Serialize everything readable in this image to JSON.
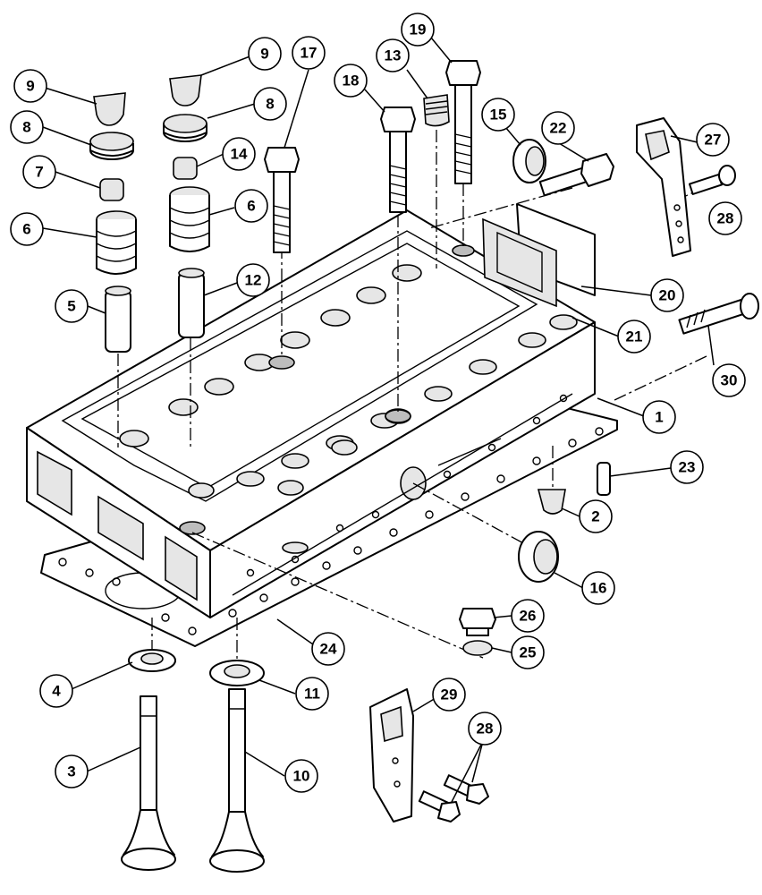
{
  "callouts": [
    {
      "id": "c1",
      "label": "1"
    },
    {
      "id": "c2",
      "label": "2"
    },
    {
      "id": "c3",
      "label": "3"
    },
    {
      "id": "c4",
      "label": "4"
    },
    {
      "id": "c5",
      "label": "5"
    },
    {
      "id": "c6a",
      "label": "6"
    },
    {
      "id": "c6b",
      "label": "6"
    },
    {
      "id": "c7",
      "label": "7"
    },
    {
      "id": "c8a",
      "label": "8"
    },
    {
      "id": "c8b",
      "label": "8"
    },
    {
      "id": "c9a",
      "label": "9"
    },
    {
      "id": "c9b",
      "label": "9"
    },
    {
      "id": "c10",
      "label": "10"
    },
    {
      "id": "c11",
      "label": "11"
    },
    {
      "id": "c12",
      "label": "12"
    },
    {
      "id": "c13",
      "label": "13"
    },
    {
      "id": "c14",
      "label": "14"
    },
    {
      "id": "c15",
      "label": "15"
    },
    {
      "id": "c16",
      "label": "16"
    },
    {
      "id": "c17",
      "label": "17"
    },
    {
      "id": "c18",
      "label": "18"
    },
    {
      "id": "c19",
      "label": "19"
    },
    {
      "id": "c20",
      "label": "20"
    },
    {
      "id": "c21",
      "label": "21"
    },
    {
      "id": "c22",
      "label": "22"
    },
    {
      "id": "c23",
      "label": "23"
    },
    {
      "id": "c24",
      "label": "24"
    },
    {
      "id": "c25",
      "label": "25"
    },
    {
      "id": "c26",
      "label": "26"
    },
    {
      "id": "c27",
      "label": "27"
    },
    {
      "id": "c28a",
      "label": "28"
    },
    {
      "id": "c28b",
      "label": "28"
    },
    {
      "id": "c29",
      "label": "29"
    },
    {
      "id": "c30",
      "label": "30"
    }
  ]
}
